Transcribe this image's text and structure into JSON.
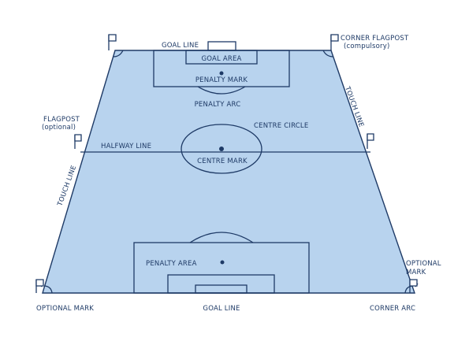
{
  "labels": {
    "goal_line_top": "GOAL LINE",
    "goal_area": "GOAL AREA",
    "penalty_mark": "PENALTY MARK",
    "penalty_arc": "PENALTY ARC",
    "corner_flagpost": "CORNER FLAGPOST",
    "compulsory": "(compulsory)",
    "touch_line_right": "TOUCH LINE",
    "flagpost": "FLAGPOST",
    "optional": "(optional)",
    "centre_circle": "CENTRE CIRCLE",
    "halfway_line": "HALFWAY LINE",
    "centre_mark": "CENTRE MARK",
    "touch_line_left": "TOUCH LINE",
    "penalty_area": "PENALTY AREA",
    "optional_mark_right_1": "OPTIONAL",
    "optional_mark_right_2": "MARK",
    "optional_mark_left": "OPTIONAL MARK",
    "goal_line_bottom": "GOAL LINE",
    "corner_arc": "CORNER ARC"
  },
  "colors": {
    "field": "#b8d3ee",
    "lines": "#1e3a66",
    "background": "#ffffff"
  }
}
